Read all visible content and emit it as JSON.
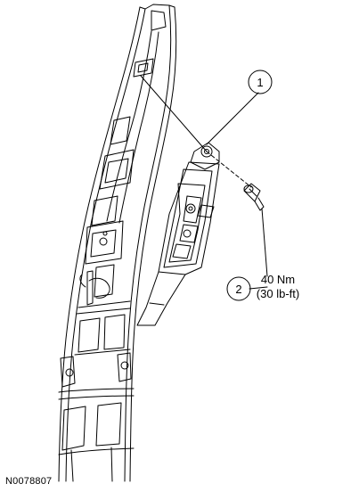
{
  "figure": {
    "id": "N0078807"
  },
  "callouts": [
    {
      "number": "1"
    },
    {
      "number": "2",
      "torque_lines": [
        "40 Nm",
        "(30 lb-ft)"
      ]
    }
  ]
}
